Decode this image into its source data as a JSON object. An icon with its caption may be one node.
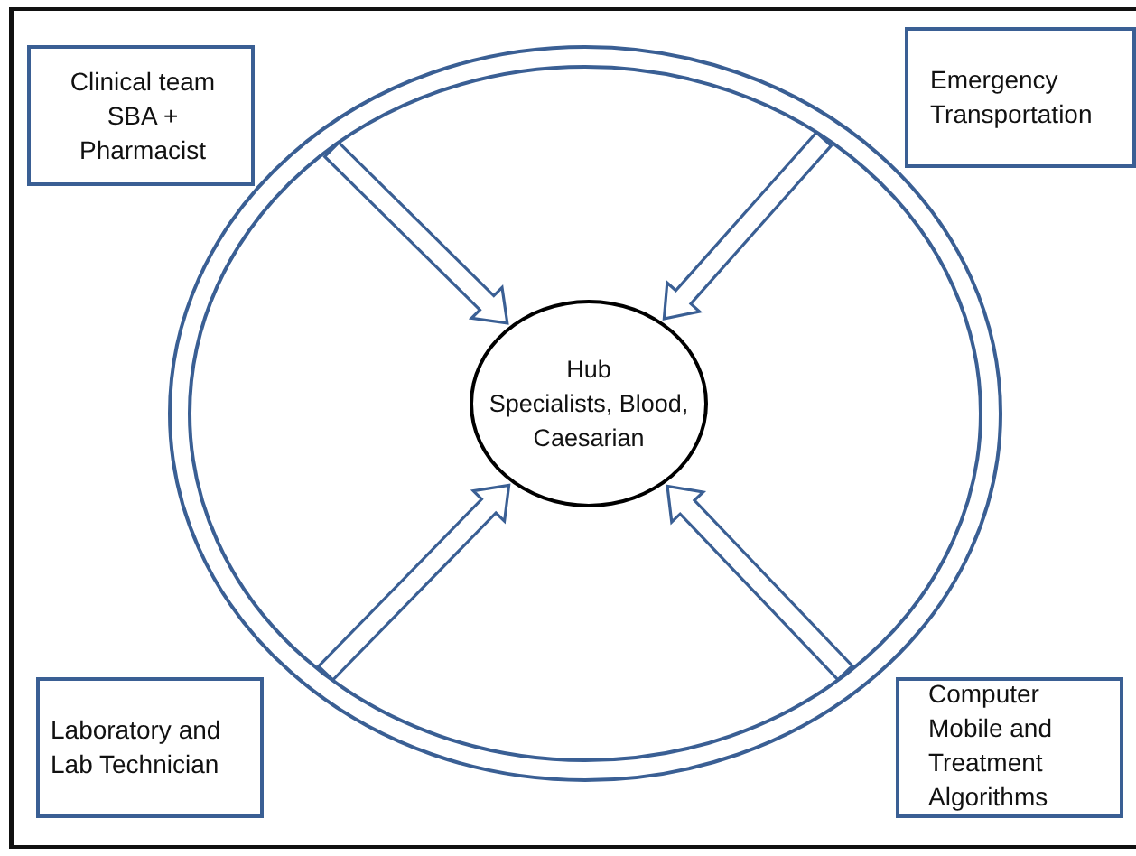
{
  "diagram": {
    "nodes": [
      {
        "text": [],
        "shape": "circle"
      },
      {
        "text": [
          "Hub",
          "Specialists, Blood, Caesarian"
        ],
        "in": 0
      },
      {
        "text": [
          "Clinical team SBA + Pharmacist"
        ]
      },
      {
        "text": [
          "Emergency Transportation"
        ]
      },
      {
        "text": [
          "Laboratory and Lab Technician"
        ]
      },
      {
        "text": [
          "Computer Mobile and Treatment Algorithms"
        ]
      }
    ],
    "edges": [
      {
        "from": 0,
        "to": 1,
        "arrow": "to"
      },
      {
        "from": 0,
        "to": 1,
        "arrow": "to"
      },
      {
        "from": 0,
        "to": 1,
        "arrow": "to"
      },
      {
        "from": 0,
        "to": 1,
        "arrow": "to"
      }
    ]
  }
}
